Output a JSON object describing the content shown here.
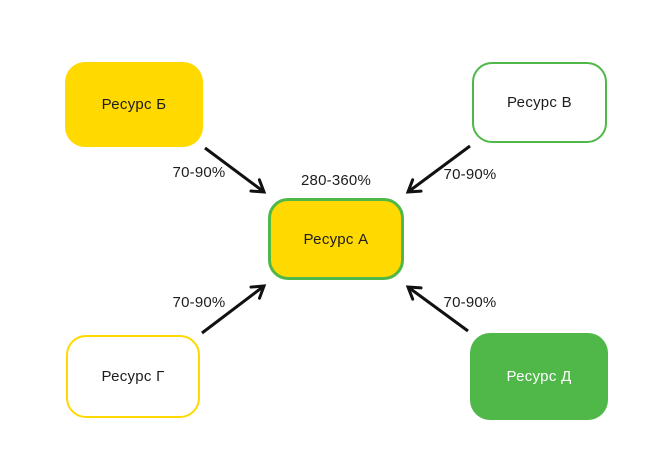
{
  "diagram": {
    "nodes": {
      "b": {
        "label": "Ресурс Б",
        "fill": "#FFD900",
        "border": "none",
        "text_color": "#1c1c1c"
      },
      "v": {
        "label": "Ресурс В",
        "fill": "#ffffff",
        "border": "#4FB848",
        "text_color": "#1c1c1c"
      },
      "a": {
        "label": "Ресурс А",
        "fill": "#FFD900",
        "border": "#4FB848",
        "text_color": "#1c1c1c"
      },
      "g": {
        "label": "Ресурс Г",
        "fill": "#ffffff",
        "border": "#FFD900",
        "text_color": "#1c1c1c"
      },
      "d": {
        "label": "Ресурс Д",
        "fill": "#4FB848",
        "border": "none",
        "text_color": "#ffffff"
      }
    },
    "edges": {
      "top_left": {
        "from": "b",
        "to": "a",
        "label": "70-90%"
      },
      "top_right": {
        "from": "v",
        "to": "a",
        "label": "70-90%"
      },
      "bottom_left": {
        "from": "g",
        "to": "a",
        "label": "70-90%"
      },
      "bottom_right": {
        "from": "d",
        "to": "a",
        "label": "70-90%"
      }
    },
    "center_total_label": "280-360%",
    "colors": {
      "yellow": "#FFD900",
      "green": "#4FB848",
      "arrow": "#111111",
      "background": "#ffffff"
    }
  }
}
